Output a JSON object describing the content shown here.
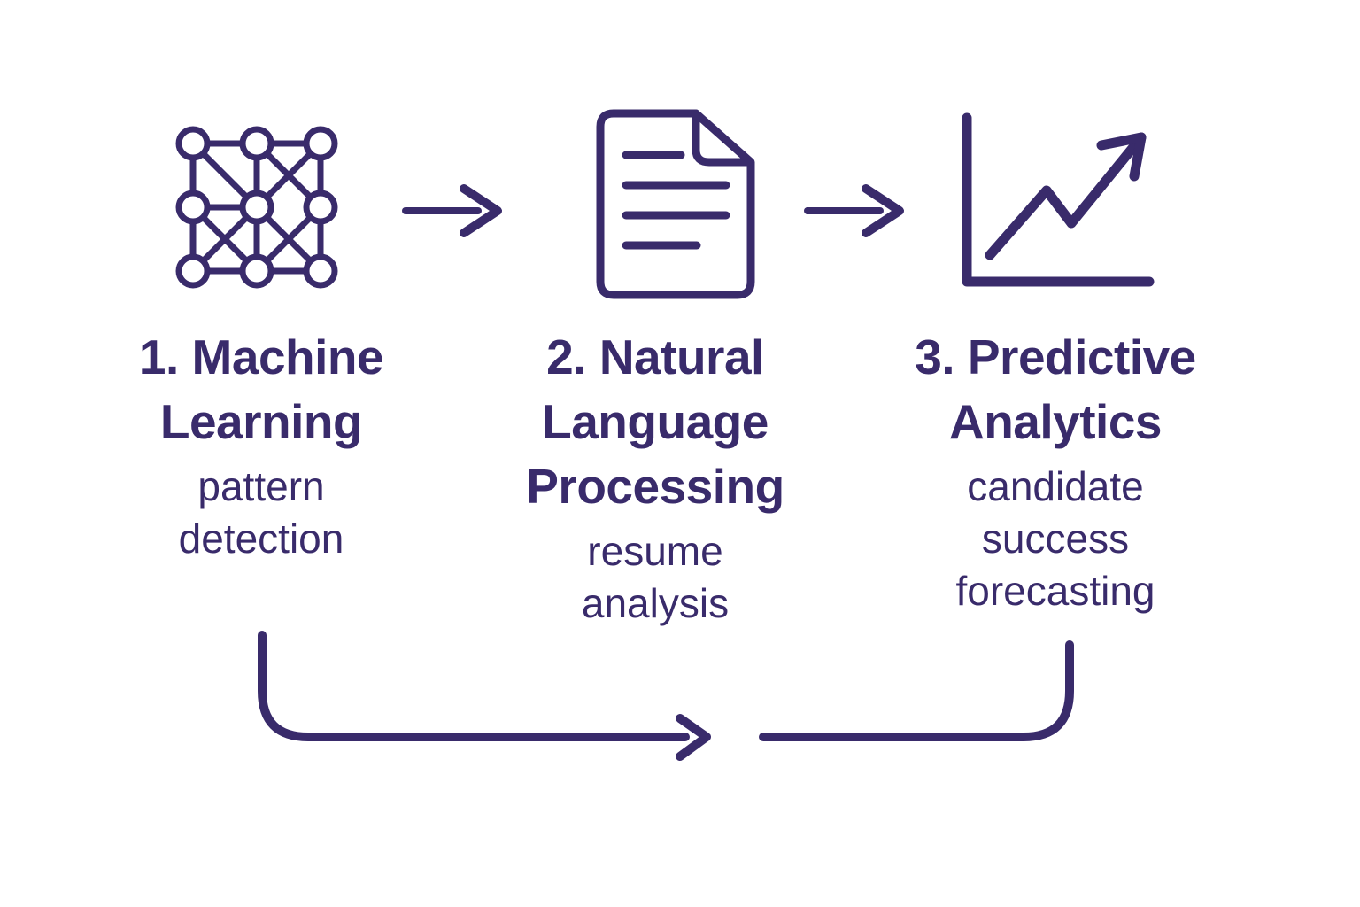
{
  "palette": {
    "ink": "#392b6b",
    "background": "#ffffff"
  },
  "steps": [
    {
      "icon": "neural-network-icon",
      "title": "1. Machine Learning",
      "title_lines": [
        "1. Machine",
        "Learning"
      ],
      "subtitle": "pattern detection",
      "subtitle_lines": [
        "pattern",
        "detection"
      ]
    },
    {
      "icon": "document-icon",
      "title": "2. Natural Language Processing",
      "title_lines": [
        "2. Natural",
        "Language",
        "Processing"
      ],
      "subtitle": "resume analysis",
      "subtitle_lines": [
        "resume",
        "analysis"
      ]
    },
    {
      "icon": "line-chart-rising-icon",
      "title": "3. Predictive Analytics",
      "title_lines": [
        "3. Predictive",
        "Analytics"
      ],
      "subtitle": "candidate success forecasting",
      "subtitle_lines": [
        "candidate",
        "success",
        "forecasting"
      ]
    }
  ],
  "connectors": {
    "step1_to_step2": "arrow-right-icon",
    "step2_to_step3": "arrow-right-icon",
    "bottom_merge_left": "elbow-arrow-right-icon",
    "bottom_merge_right": "elbow-line-icon"
  }
}
